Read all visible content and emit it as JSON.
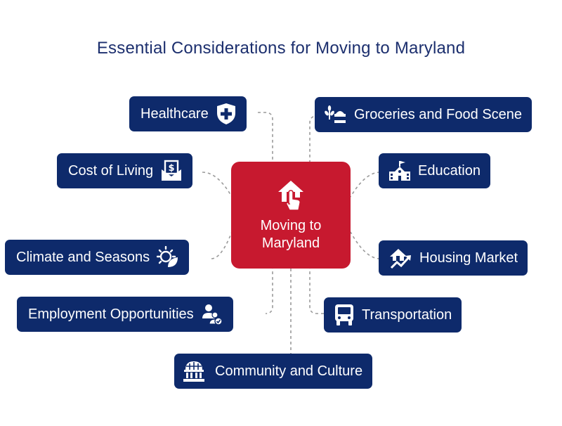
{
  "title": "Essential Considerations for Moving to Maryland",
  "center": {
    "label": "Moving to Maryland",
    "icon": "home-tap-icon"
  },
  "colors": {
    "node": "#0e2a6b",
    "center": "#c7192f",
    "title": "#1c2f6e",
    "connector": "#9a9a9a"
  },
  "nodes": [
    {
      "label": "Healthcare",
      "icon": "shield-cross-icon"
    },
    {
      "label": "Cost of Living",
      "icon": "money-envelope-icon"
    },
    {
      "label": "Climate and Seasons",
      "icon": "sun-leaf-icon"
    },
    {
      "label": "Employment Opportunities",
      "icon": "people-check-icon"
    },
    {
      "label": "Groceries and Food Scene",
      "icon": "grocery-icon"
    },
    {
      "label": "Education",
      "icon": "school-icon"
    },
    {
      "label": "Housing Market",
      "icon": "house-trend-icon"
    },
    {
      "label": "Transportation",
      "icon": "bus-icon"
    },
    {
      "label": "Community and Culture",
      "icon": "landmark-icon"
    }
  ]
}
